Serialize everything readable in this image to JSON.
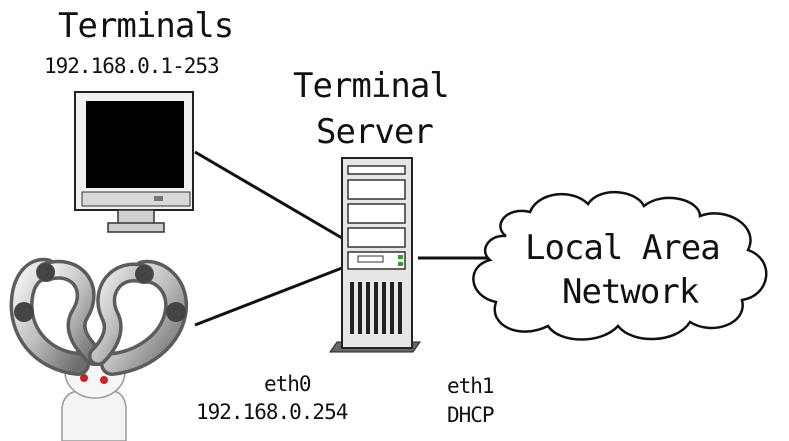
{
  "terminals": {
    "title": "Terminals",
    "ip_range": "192.168.0.1-253",
    "icon": "monitor-icon"
  },
  "robot": {
    "icon": "robot-arm-icon"
  },
  "server": {
    "title_line1": "Terminal",
    "title_line2": "Server",
    "icon": "server-tower-icon"
  },
  "interfaces": {
    "eth0_name": "eth0",
    "eth0_ip": "192.168.0.254",
    "eth1_name": "eth1",
    "eth1_mode": "DHCP"
  },
  "lan": {
    "line1": "Local Area",
    "line2": "Network",
    "icon": "cloud-icon"
  }
}
